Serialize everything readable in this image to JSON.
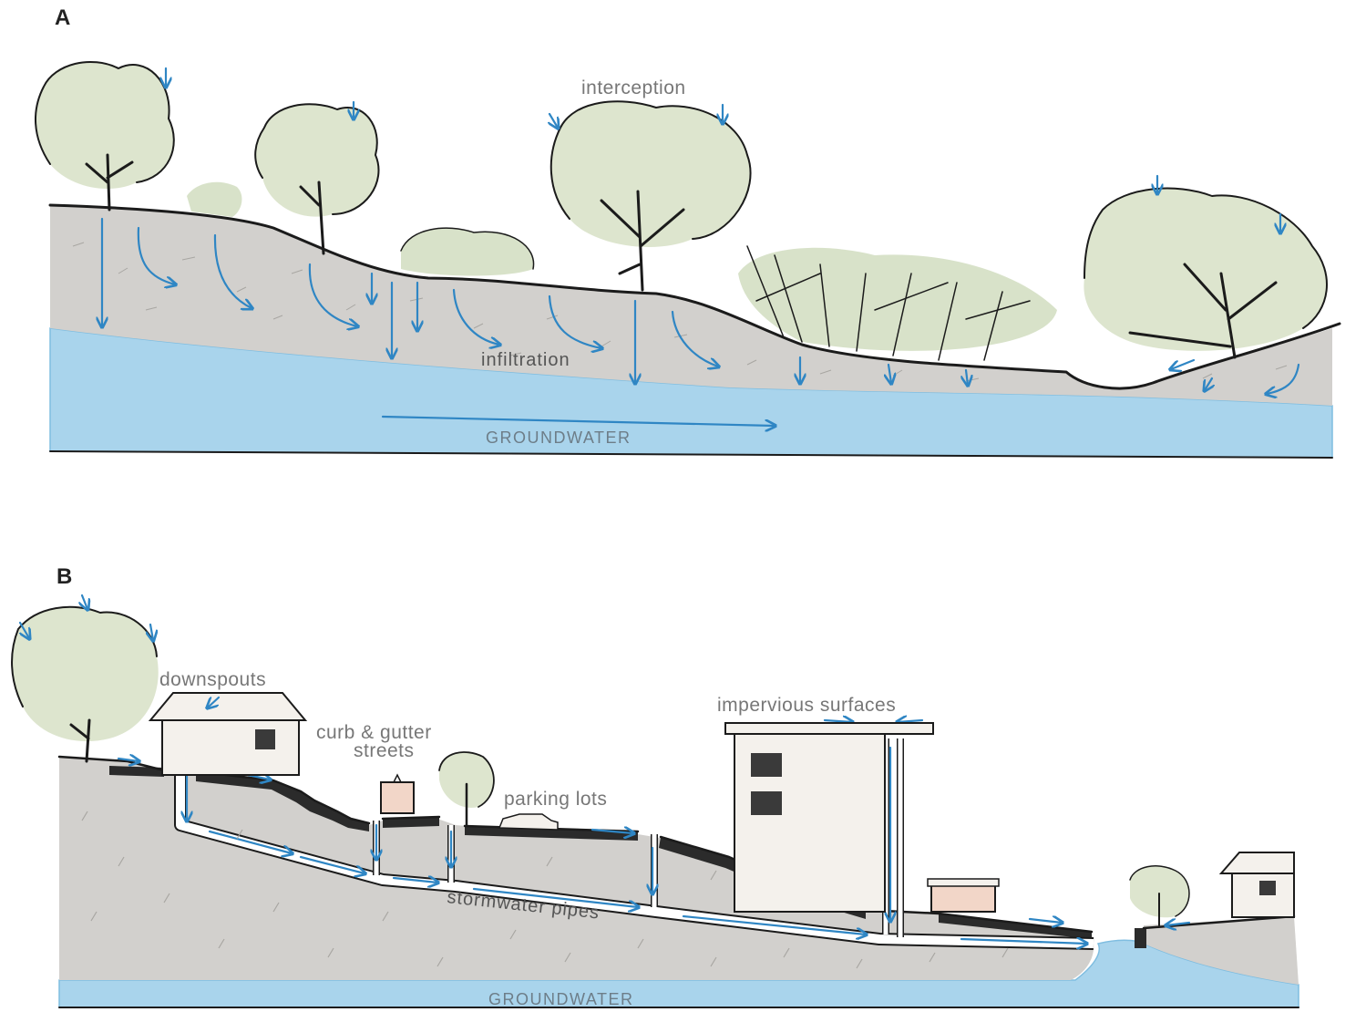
{
  "panels": {
    "a": {
      "letter": "A",
      "labels": {
        "interception": "interception",
        "infiltration": "infiltration",
        "groundwater": "GROUNDWATER"
      }
    },
    "b": {
      "letter": "B",
      "labels": {
        "downspouts": "downspouts",
        "curb_line1": "curb & gutter",
        "curb_line2": "streets",
        "parking": "parking lots",
        "impervious": "impervious surfaces",
        "stormwater": "stormwater pipes",
        "groundwater": "GROUNDWATER"
      }
    }
  },
  "colors": {
    "water": "#a9d4ec",
    "water_edge": "#7fbde0",
    "soil": "#d2d0cd",
    "arrow": "#2f86c4",
    "ink": "#1b1b1b",
    "foliage": "#d7e1c6",
    "building": "#f4f1ec",
    "window": "#3a3a3a"
  }
}
